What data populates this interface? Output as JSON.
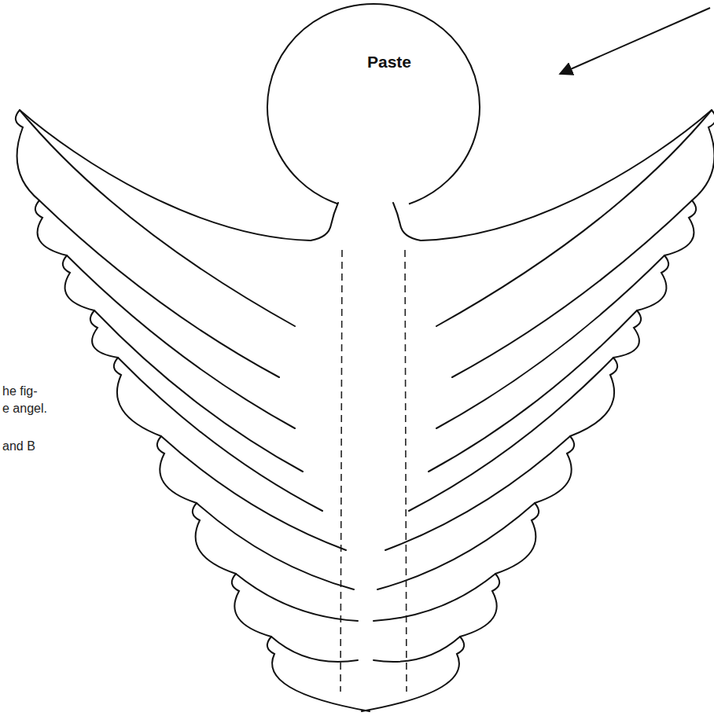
{
  "diagram": {
    "nodes": [
      {
        "text": [
          "Paste"
        ]
      }
    ],
    "labels": [
      "he fig-",
      "e angel.",
      "and B"
    ]
  }
}
